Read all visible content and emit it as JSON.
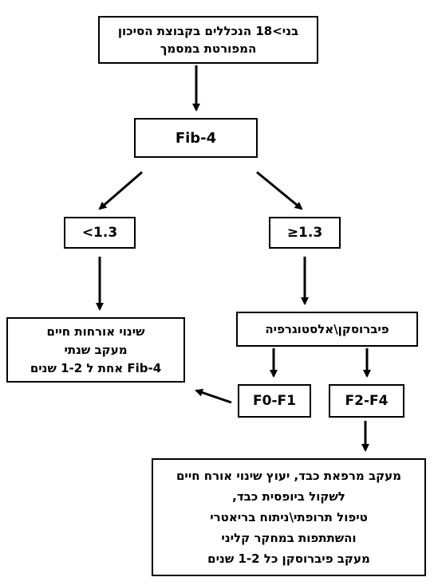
{
  "nodes": {
    "start": {
      "lines": [
        "בני>18 הנכללים בקבוצת הסיכון",
        "המפורטת במסמך"
      ]
    },
    "fib4": {
      "label": "Fib-4"
    },
    "low": {
      "label": "<1.3"
    },
    "high": {
      "label": "≥1.3"
    },
    "fibroscan": {
      "label": "פיברוסקן\\אלסטוגרפיה"
    },
    "lifestyle": {
      "lines": [
        "שינוי אורחות חיים",
        "מעקב שנתי",
        "Fib-4 אחת ל 1-2 שנים"
      ]
    },
    "f0f1": {
      "label": "F0-F1"
    },
    "f2f4": {
      "label": "F2-F4"
    },
    "management": {
      "lines": [
        "מעקב מרפאת כבד, יעוץ שינוי אורח חיים",
        "לשקול ביופסית כבד,",
        "טיפול תרופתי\\ניתוח בריאטרי",
        "והשתתפות במחקר קליני",
        "מעקב פיברוסקן כל 1-2 שנים"
      ]
    }
  }
}
